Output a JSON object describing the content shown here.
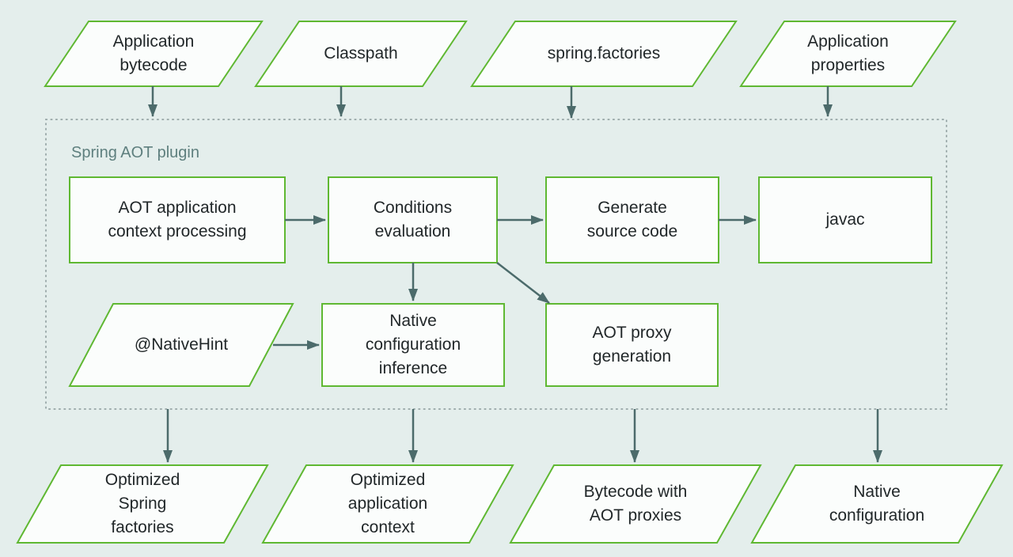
{
  "diagram": {
    "container_label": "Spring AOT plugin",
    "colors": {
      "node_border_green": "#5fb832",
      "node_fill": "#fbfdfc",
      "arrow": "#4c6b6b",
      "background": "#e4eeec",
      "container_border": "#9fadad",
      "container_label_text": "#5e7f7e",
      "node_text": "#212729"
    },
    "inputs": [
      {
        "label": "Application\nbytecode"
      },
      {
        "label": "Classpath"
      },
      {
        "label": "spring.factories"
      },
      {
        "label": "Application\nproperties"
      }
    ],
    "steps": [
      {
        "label": "AOT application\ncontext processing"
      },
      {
        "label": "Conditions\nevaluation"
      },
      {
        "label": "Generate\nsource code"
      },
      {
        "label": "javac"
      },
      {
        "label": "Native\nconfiguration\ninference"
      },
      {
        "label": "AOT proxy\ngeneration"
      }
    ],
    "annotation_input": {
      "label": "@NativeHint"
    },
    "outputs": [
      {
        "label": "Optimized\nSpring\nfactories"
      },
      {
        "label": "Optimized\napplication\ncontext"
      },
      {
        "label": "Bytecode with\nAOT proxies"
      },
      {
        "label": "Native\nconfiguration"
      }
    ]
  }
}
